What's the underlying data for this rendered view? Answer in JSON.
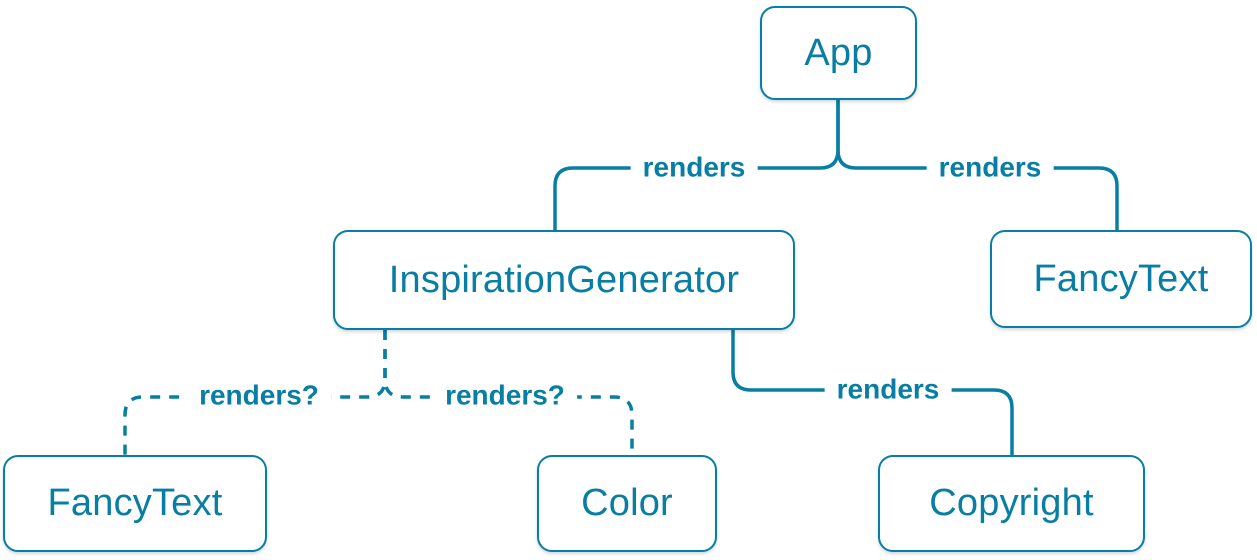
{
  "diagram": {
    "title": "React render tree diagram",
    "background": "#ffffff",
    "accent": "#087EA4",
    "nodes": [
      {
        "id": "app",
        "label": "App"
      },
      {
        "id": "inspiration-generator",
        "label": "InspirationGenerator"
      },
      {
        "id": "fancy-text-top",
        "label": "FancyText"
      },
      {
        "id": "fancy-text-bottom",
        "label": "FancyText"
      },
      {
        "id": "color",
        "label": "Color"
      },
      {
        "id": "copyright",
        "label": "Copyright"
      }
    ],
    "edges": [
      {
        "from": "App",
        "to": "InspirationGenerator",
        "label": "renders",
        "style": "solid"
      },
      {
        "from": "App",
        "to": "FancyText",
        "label": "renders",
        "style": "solid"
      },
      {
        "from": "InspirationGenerator",
        "to": "FancyText",
        "label": "renders?",
        "style": "dashed"
      },
      {
        "from": "InspirationGenerator",
        "to": "Color",
        "label": "renders?",
        "style": "dashed"
      },
      {
        "from": "InspirationGenerator",
        "to": "Copyright",
        "label": "renders",
        "style": "solid"
      }
    ]
  }
}
